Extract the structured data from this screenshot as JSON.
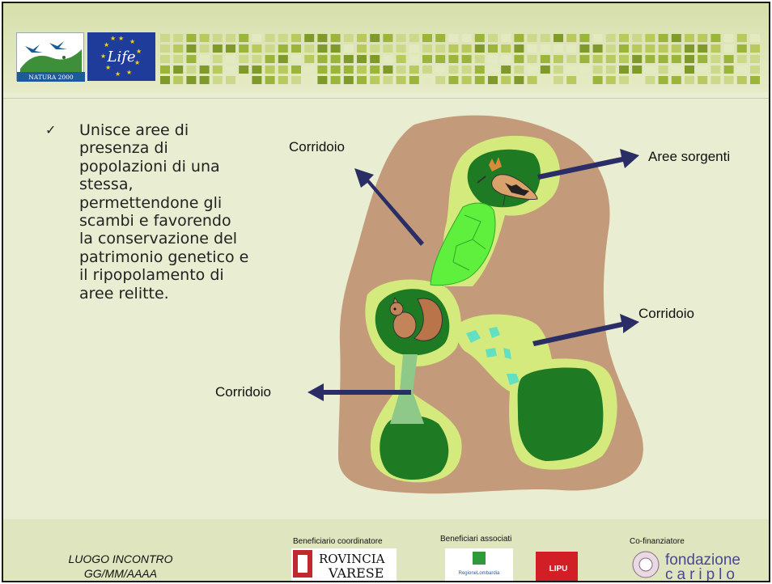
{
  "bullet": {
    "text": "Unisce aree di presenza di popolazioni di una stessa, permettendone gli scambi e favorendo la conservazione del patrimonio genetico e il ripopolamento di aree relitte."
  },
  "map_labels": {
    "corridor_top": "Corridoio",
    "source_areas": "Aree sorgenti",
    "corridor_right": "Corridoio",
    "corridor_left": "Corridoio"
  },
  "footer": {
    "location": "LUOGO INCONTRO",
    "date": "GG/MM/AAAA",
    "coordinator_label": "Beneficiario coordinatore",
    "associates_label": "Beneficiari associati",
    "cofinancer_label": "Co-finanziatore",
    "provincia_line1": "ROVINCIA",
    "provincia_line2": "VARESE",
    "regione": "RegioneLombardia",
    "lipu": "LIPU",
    "fondazione_line1": "fondazione",
    "fondazione_line2": "cariplo"
  },
  "logos": {
    "natura": "NATURA 2000",
    "life": "Life"
  },
  "colors": {
    "land": "#c39b7b",
    "buffer": "#d5ea7c",
    "core": "#1f7a24",
    "corridor": "#5ef03c",
    "stepping": "#63e0c0",
    "arrow": "#2b2d66"
  }
}
